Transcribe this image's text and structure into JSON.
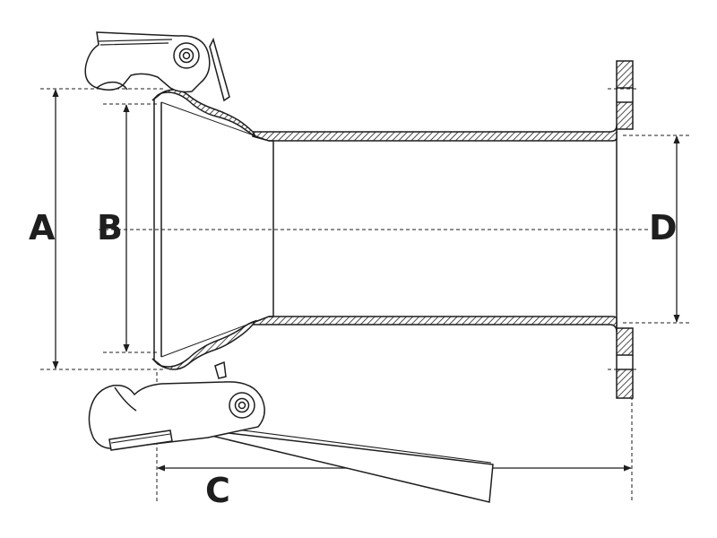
{
  "dimensions": {
    "a": "A",
    "b": "B",
    "c": "C",
    "d": "D"
  },
  "colors": {
    "stroke": "#1e1e1e",
    "background": "#ffffff"
  }
}
